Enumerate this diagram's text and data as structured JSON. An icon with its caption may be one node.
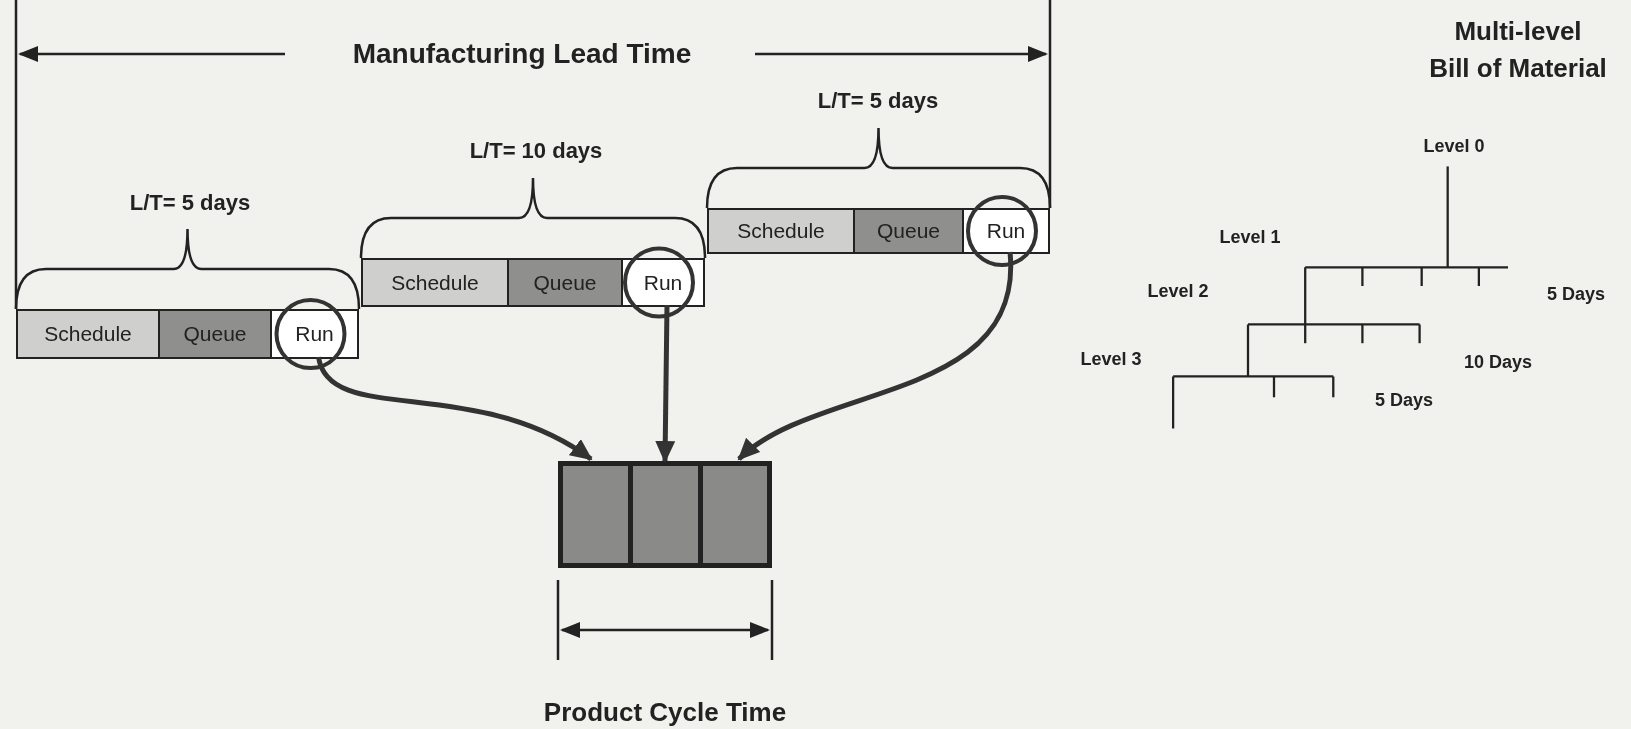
{
  "diagram": {
    "nodes": [
      {
        "text": [],
        "shape": "box"
      },
      {
        "text": [
          "Schedule"
        ],
        "in": 0
      },
      {
        "text": [
          "Queue"
        ],
        "in": 0
      },
      {
        "text": [
          "Run"
        ],
        "in": 0
      },
      {
        "text": [],
        "shape": "box"
      },
      {
        "text": [
          "Schedule"
        ],
        "in": 4
      },
      {
        "text": [
          "Queue"
        ],
        "in": 4
      },
      {
        "text": [
          "Run"
        ],
        "in": 4
      },
      {
        "text": [],
        "shape": "box"
      },
      {
        "text": [
          "Schedule"
        ],
        "in": 8
      },
      {
        "text": [
          "Queue"
        ],
        "in": 8
      },
      {
        "text": [
          "Run"
        ],
        "in": 8
      },
      {
        "text": [],
        "shape": "box"
      },
      {
        "text": [],
        "shape": "box",
        "in": 12
      },
      {
        "text": [],
        "shape": "box",
        "in": 12
      },
      {
        "text": [],
        "shape": "box",
        "in": 12
      }
    ],
    "edges": [
      {
        "from": 3,
        "to": 13,
        "arrow": "to"
      },
      {
        "from": 7,
        "to": 14,
        "arrow": "to"
      },
      {
        "from": 11,
        "to": 15,
        "arrow": "to"
      }
    ],
    "labels": [
      "Multi-level",
      "Manufacturing Lead Time",
      "Bill of Material",
      "L/T= 5 days",
      "Level 0",
      "L/T= 10 days",
      "L/T= 5 days",
      "Level 1",
      "Level 2",
      "5 Days",
      "Level 3",
      "10 Days",
      "5 Days",
      "Product Cycle Time"
    ]
  }
}
